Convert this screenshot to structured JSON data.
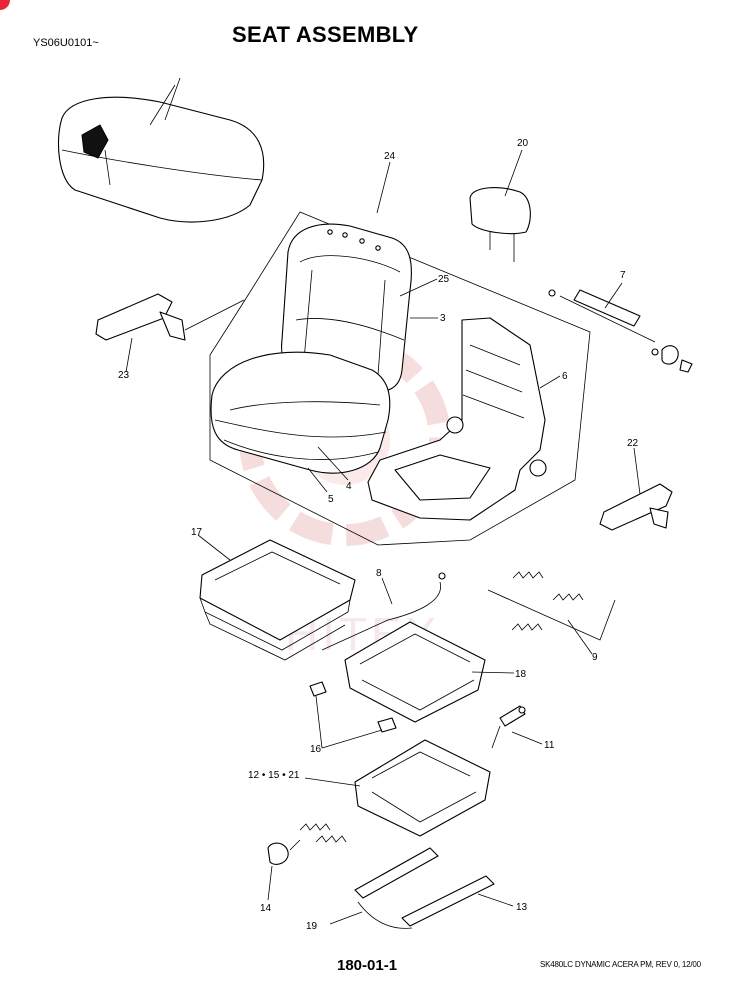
{
  "header": {
    "code": "YS06U0101~",
    "title": "SEAT ASSEMBLY"
  },
  "watermark": {
    "text": "HITEX",
    "color": "#e8a0a0"
  },
  "accent_color": "#e8253a",
  "callouts": {
    "c3": "3",
    "c4": "4",
    "c5": "5",
    "c6": "6",
    "c7": "7",
    "c8": "8",
    "c9": "9",
    "c11": "11",
    "c13": "13",
    "c14": "14",
    "c16": "16",
    "c17": "17",
    "c18": "18",
    "c19": "19",
    "c20": "20",
    "c22": "22",
    "c23": "23",
    "c24": "24",
    "c25": "25",
    "c12_15_21": "12 • 15 • 21"
  },
  "footer": {
    "page_number": "180-01-1",
    "doc_ref": "SK480LC DYNAMIC ACERA PM, REV 0, 12/00"
  }
}
